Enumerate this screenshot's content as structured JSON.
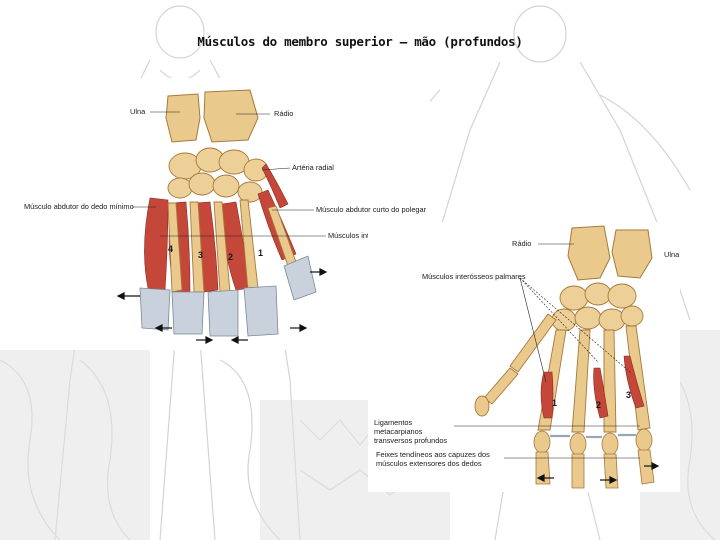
{
  "slide": {
    "title": "Músculos do membro superior – mão (profundos)"
  },
  "left_panel": {
    "labels": {
      "ulna": "Ulna",
      "radius": "Rádio",
      "radial_notch": "Artéria radial",
      "abductor_digiti_minimi": "Músculo abdutor do dedo mínimo",
      "abductor_pollicis_brevis": "Músculo abdutor curto do polegar",
      "dorsal_interossei": "Músculos interósseos dorsais"
    },
    "numbers": [
      "4",
      "3",
      "2",
      "1"
    ]
  },
  "right_panel": {
    "labels": {
      "radius": "Rádio",
      "ulna": "Ulna",
      "palmar_interossei": "Músculos interósseos palmares",
      "deep_transverse_ligaments": "Ligamentos metacarpianos transversos profundos",
      "extensor_tendons": "Feixes tendíneos aos capuzes dos músculos extensores dos dedos"
    },
    "numbers": [
      "1",
      "2",
      "3"
    ]
  },
  "colors": {
    "bone": "#e9c98c",
    "bone_shadow": "#b98a45",
    "muscle": "#c4473a",
    "tendon": "#c9d2dc",
    "background_art": "#d2d2d2"
  }
}
